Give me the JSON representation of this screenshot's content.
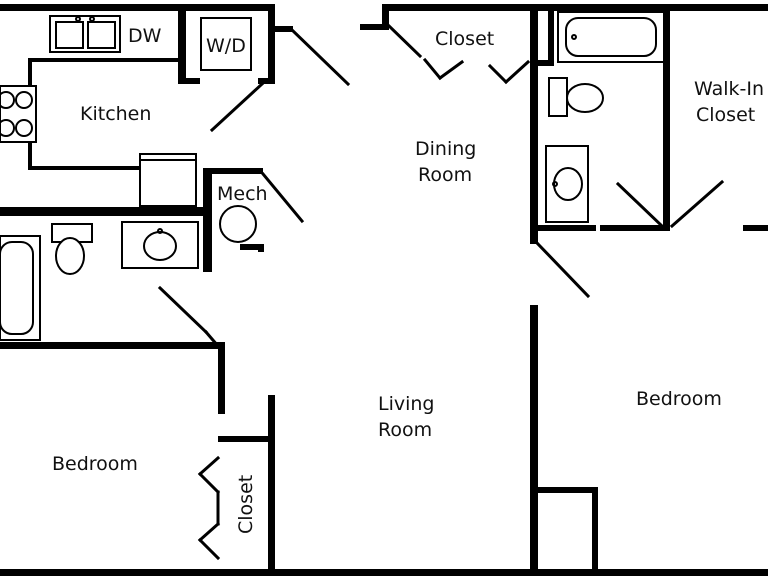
{
  "rooms": {
    "kitchen": "Kitchen",
    "dw": "DW",
    "wd": "W/D",
    "closet_top": "Closet",
    "dining_line1": "Dining",
    "dining_line2": "Room",
    "walkin_line1": "Walk-In",
    "walkin_line2": "Closet",
    "mech": "Mech",
    "living_line1": "Living",
    "living_line2": "Room",
    "bedroom_left": "Bedroom",
    "bedroom_right": "Bedroom",
    "closet_left": "Closet"
  }
}
